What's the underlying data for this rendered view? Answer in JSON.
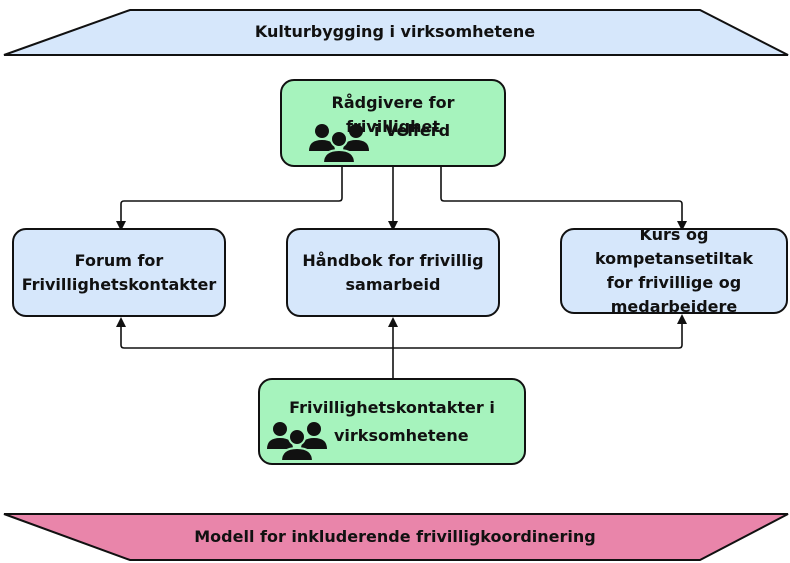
{
  "banner_top": {
    "text": "Kulturbygging i virksomhetene",
    "fill": "#d6e7fb"
  },
  "banner_bottom": {
    "text": "Modell for inkluderende frivilligkoordinering",
    "fill": "#e985aa"
  },
  "nodes": {
    "advisors": {
      "line1": "Rådgivere for frivillighet",
      "line2": "i Velferd",
      "icon": "people-group-icon"
    },
    "forum": {
      "line1": "Forum for",
      "line2": "Frivillighetskontakter"
    },
    "handbook": {
      "line1": "Håndbok for frivillig",
      "line2": "samarbeid"
    },
    "courses": {
      "line1": "Kurs og kompetansetiltak",
      "line2": "for frivillige og",
      "line3": "medarbeidere"
    },
    "contacts": {
      "line1": "Frivillighetskontakter i",
      "line2": "virksomhetene",
      "icon": "people-group-icon"
    }
  },
  "colors": {
    "green_fill": "#a6f3bd",
    "blue_fill": "#d6e7fb",
    "stroke": "#111111"
  }
}
